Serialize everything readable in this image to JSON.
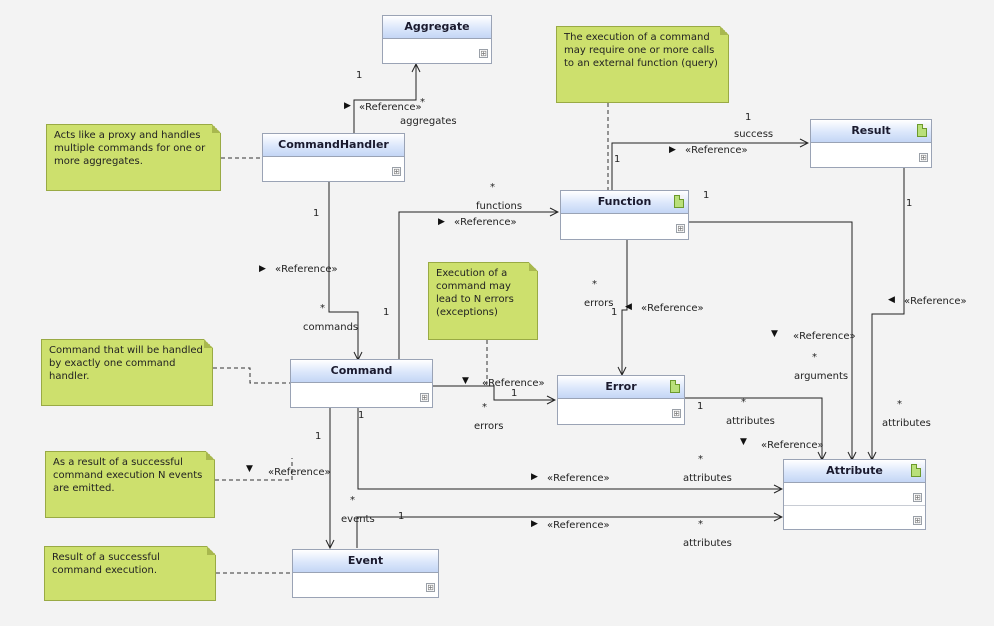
{
  "classes": {
    "aggregate": {
      "name": "Aggregate"
    },
    "command_handler": {
      "name": "CommandHandler"
    },
    "function": {
      "name": "Function"
    },
    "result": {
      "name": "Result"
    },
    "command": {
      "name": "Command"
    },
    "error": {
      "name": "Error"
    },
    "attribute": {
      "name": "Attribute"
    },
    "event": {
      "name": "Event"
    }
  },
  "notes": {
    "proxy": "Acts like a proxy and handles multiple commands for one or more aggregates.",
    "function_call": "The execution of a command may require one or more calls to an external function (query)",
    "errors": "Execution of a command may lead to N errors (exceptions)",
    "handler": "Command that will be handled by exactly one command handler.",
    "events_emitted": "As a result of a successful command execution N events are emitted.",
    "result": "Result of a successful command execution."
  },
  "relations": {
    "stereotype": "«Reference»",
    "one": "1",
    "many": "*",
    "aggregates": "aggregates",
    "commands": "commands",
    "functions": "functions",
    "success": "success",
    "errors": "errors",
    "arguments": "arguments",
    "attributes": "attributes",
    "events": "events"
  },
  "icons": {
    "expand": "⊞",
    "arrow_right": "▶",
    "arrow_left": "◀",
    "arrow_down": "▼"
  }
}
